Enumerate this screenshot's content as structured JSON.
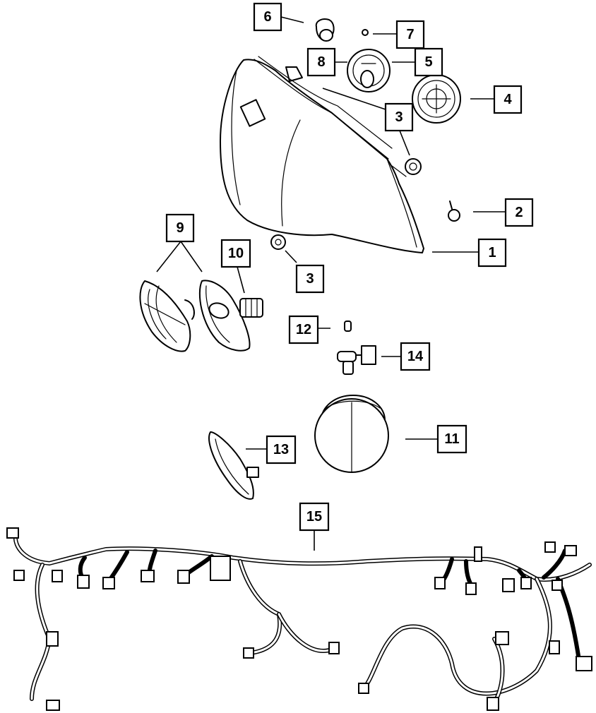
{
  "callouts": {
    "c1": "1",
    "c2": "2",
    "c3a": "3",
    "c3b": "3",
    "c4": "4",
    "c5": "5",
    "c6": "6",
    "c7": "7",
    "c8": "8",
    "c9": "9",
    "c10": "10",
    "c11": "11",
    "c12": "12",
    "c13": "13",
    "c14": "14",
    "c15": "15"
  },
  "parts": {
    "p1": "headlamp-assembly",
    "p2": "screw",
    "p3": "nut",
    "p4": "bulb-socket",
    "p5": "bulb-socket",
    "p6": "bulb",
    "p7": "small-bulb",
    "p8": "bulb",
    "p9": "side-marker-lamps",
    "p10": "bulb-socket",
    "p11": "fog-lamp",
    "p12": "bulb",
    "p13": "reflector",
    "p14": "fog-lamp-bulb",
    "p15": "wiring-harness"
  }
}
